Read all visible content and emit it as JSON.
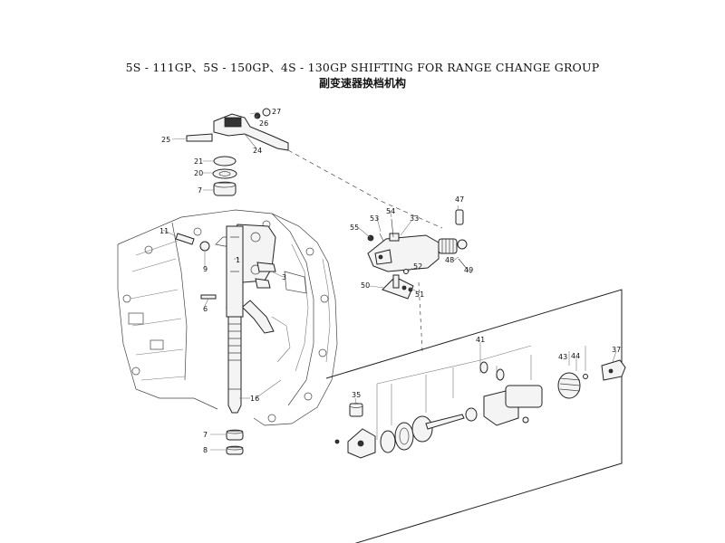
{
  "title": {
    "english": "5S - 111GP、5S - 150GP、4S - 130GP  SHIFTING FOR RANGE CHANGE GROUP",
    "chinese": "副变速器换档机构"
  },
  "callouts": {
    "p1": "1",
    "p3": "3",
    "p6": "6",
    "p7a": "7",
    "p7b": "7",
    "p8": "8",
    "p9": "9",
    "p11": "11",
    "p16": "16",
    "p20": "20",
    "p21": "21",
    "p24": "24",
    "p25": "25",
    "p26": "26",
    "p27": "27",
    "p33": "33",
    "p35": "35",
    "p37": "37",
    "p41": "41",
    "p43": "43",
    "p44": "44",
    "p47": "47",
    "p48": "48",
    "p49": "49",
    "p50": "50",
    "p51": "51",
    "p52": "52",
    "p53": "53",
    "p54": "54",
    "p55": "55"
  }
}
